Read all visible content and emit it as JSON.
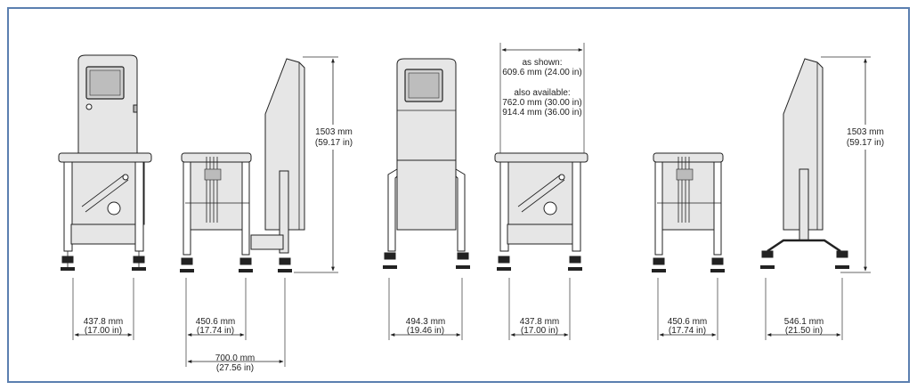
{
  "dimensions": {
    "height_left": {
      "line1": "1503 mm",
      "line2": "(59.17 in)"
    },
    "height_right": {
      "line1": "1503 mm",
      "line2": "(59.17 in)"
    },
    "d1": {
      "line1": "437.8 mm",
      "line2": "(17.00 in)"
    },
    "d2": {
      "line1": "450.6 mm",
      "line2": "(17.74 in)"
    },
    "d3": {
      "line1": "700.0 mm",
      "line2": "(27.56 in)"
    },
    "d4": {
      "line1": "494.3 mm",
      "line2": "(19.46 in)"
    },
    "d5": {
      "line1": "437.8 mm",
      "line2": "(17.00 in)"
    },
    "d6": {
      "line1": "450.6 mm",
      "line2": "(17.74 in)"
    },
    "d7": {
      "line1": "546.1 mm",
      "line2": "(21.50 in)"
    },
    "width_note": {
      "shown_label": "as shown:",
      "shown_value": "609.6 mm (24.00 in)",
      "available_label": "also available:",
      "available_1": "762.0 mm (30.00 in)",
      "available_2": "914.4 mm (36.00 in)"
    }
  },
  "colors": {
    "frame_border": "#5b7fb0",
    "line": "#222222",
    "fill": "#e6e6e6"
  }
}
